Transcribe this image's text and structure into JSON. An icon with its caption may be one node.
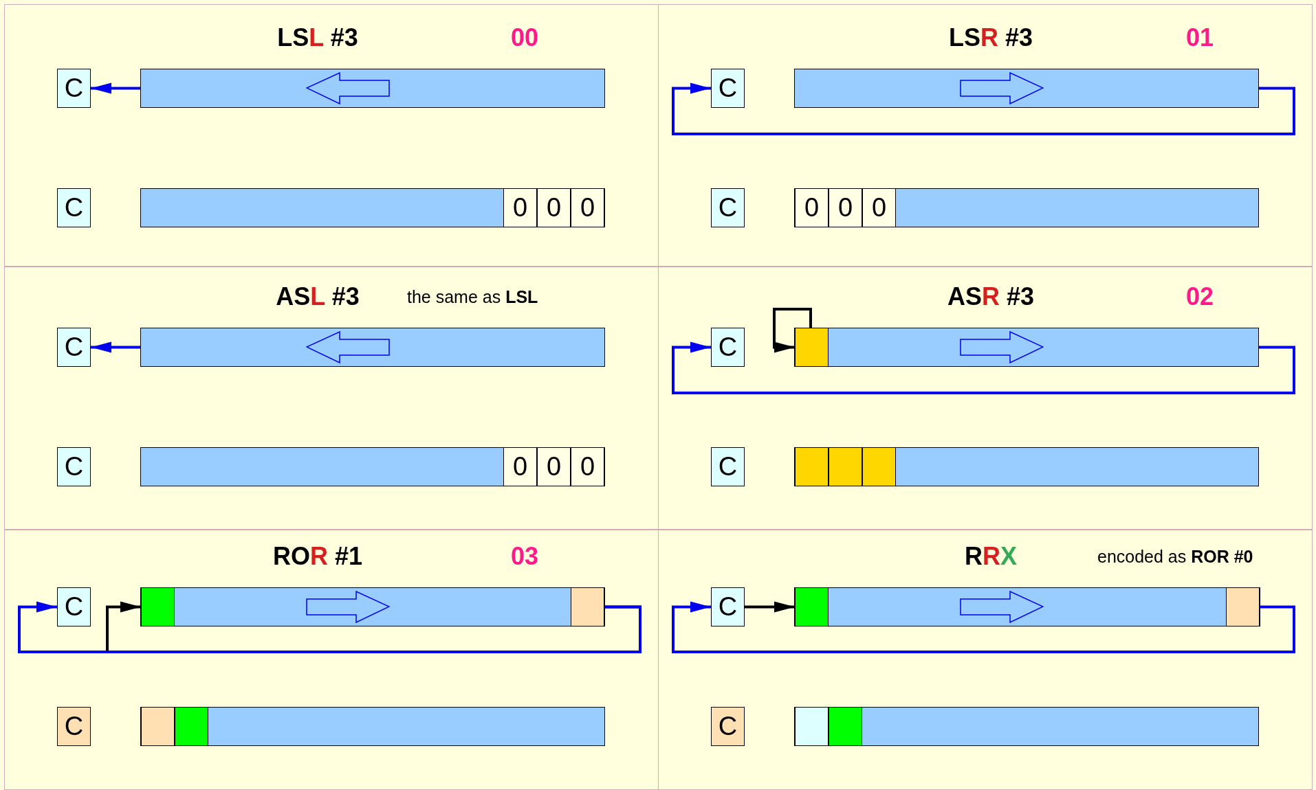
{
  "diagram": {
    "nodes": [
      {
        "text": [
          "LSL #3",
          "00"
        ]
      },
      {
        "text": [
          "C"
        ],
        "in": 0
      },
      {
        "text": [],
        "shape": "bar",
        "in": 0
      },
      {
        "text": [
          "C"
        ],
        "in": 0
      },
      {
        "text": [],
        "shape": "bar",
        "in": 0
      },
      {
        "text": [
          "0"
        ],
        "in": 4
      },
      {
        "text": [
          "0"
        ],
        "in": 4
      },
      {
        "text": [
          "0"
        ],
        "in": 4
      },
      {
        "text": [
          "LSR #3",
          "01"
        ]
      },
      {
        "text": [
          "C"
        ],
        "in": 8
      },
      {
        "text": [],
        "shape": "bar",
        "in": 8
      },
      {
        "text": [
          "C"
        ],
        "in": 8
      },
      {
        "text": [],
        "shape": "bar",
        "in": 8
      },
      {
        "text": [
          "0"
        ],
        "in": 12
      },
      {
        "text": [
          "0"
        ],
        "in": 12
      },
      {
        "text": [
          "0"
        ],
        "in": 12
      },
      {
        "text": [
          "ASL #3",
          "the same as **LSL**"
        ]
      },
      {
        "text": [
          "C"
        ],
        "in": 16
      },
      {
        "text": [],
        "shape": "bar",
        "in": 16
      },
      {
        "text": [
          "C"
        ],
        "in": 16
      },
      {
        "text": [],
        "shape": "bar",
        "in": 16
      },
      {
        "text": [
          "0"
        ],
        "in": 20
      },
      {
        "text": [
          "0"
        ],
        "in": 20
      },
      {
        "text": [
          "0"
        ],
        "in": 20
      },
      {
        "text": [
          "ASR #3",
          "02"
        ]
      },
      {
        "text": [
          "C"
        ],
        "in": 24
      },
      {
        "text": [],
        "shape": "bar",
        "in": 24
      },
      {
        "text": [],
        "shape": "box",
        "in": 26
      },
      {
        "text": [
          "C"
        ],
        "in": 24
      },
      {
        "text": [],
        "shape": "bar",
        "in": 24
      },
      {
        "text": [],
        "shape": "box",
        "in": 29
      },
      {
        "text": [],
        "shape": "box",
        "in": 29
      },
      {
        "text": [],
        "shape": "box",
        "in": 29
      },
      {
        "text": [
          "ROR #1",
          "03"
        ]
      },
      {
        "text": [
          "C"
        ],
        "in": 33
      },
      {
        "text": [],
        "shape": "bar",
        "in": 33
      },
      {
        "text": [],
        "shape": "box",
        "in": 35
      },
      {
        "text": [],
        "shape": "box",
        "in": 35
      },
      {
        "text": [
          "C"
        ],
        "in": 33
      },
      {
        "text": [],
        "shape": "bar",
        "in": 33
      },
      {
        "text": [],
        "shape": "box",
        "in": 39
      },
      {
        "text": [],
        "shape": "box",
        "in": 39
      },
      {
        "text": [
          "RRX",
          "encoded as **ROR #0**"
        ]
      },
      {
        "text": [
          "C"
        ],
        "in": 42
      },
      {
        "text": [],
        "shape": "bar",
        "in": 42
      },
      {
        "text": [],
        "shape": "box",
        "in": 44
      },
      {
        "text": [],
        "shape": "box",
        "in": 44
      },
      {
        "text": [
          "C"
        ],
        "in": 42
      },
      {
        "text": [],
        "shape": "bar",
        "in": 42
      },
      {
        "text": [],
        "shape": "box",
        "in": 48
      },
      {
        "text": [],
        "shape": "box",
        "in": 48
      }
    ],
    "edges": [
      {
        "from": 2,
        "to": 1,
        "arrow": "to"
      },
      {
        "from": 10,
        "to": 9,
        "arrow": "to"
      },
      {
        "from": 18,
        "to": 17,
        "arrow": "to"
      },
      {
        "from": 26,
        "to": 25,
        "arrow": "to"
      },
      {
        "from": 27,
        "to": 27,
        "arrow": "to",
        "color": "#000000"
      },
      {
        "from": 37,
        "to": 34,
        "arrow": "to"
      },
      {
        "from": 37,
        "to": 36,
        "arrow": "to",
        "color": "#000000"
      },
      {
        "from": 46,
        "to": 43,
        "arrow": "to"
      },
      {
        "from": 43,
        "to": 45,
        "arrow": "to",
        "color": "#000000"
      }
    ]
  }
}
